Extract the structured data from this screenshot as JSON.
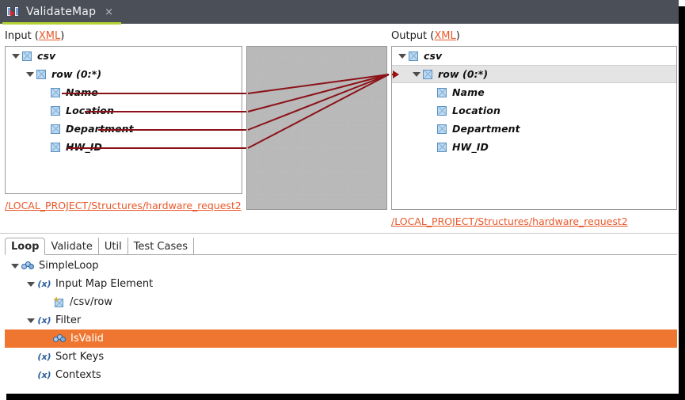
{
  "window": {
    "title": "ValidateMap",
    "close_label": "×",
    "icon": "map-document-icon",
    "accent_color": "#b5d334",
    "titlebar_color": "#4a4f58"
  },
  "input_panel": {
    "label_prefix": "Input (",
    "label_link": "XML",
    "label_suffix": ")",
    "path": "/LOCAL_PROJECT/Structures/hardware_request2",
    "tree": [
      {
        "label": "csv",
        "indent": 0,
        "expanded": true,
        "checked": true,
        "selected": false
      },
      {
        "label": "row (0:*)",
        "indent": 1,
        "expanded": true,
        "checked": true,
        "selected": false
      },
      {
        "label": "Name",
        "indent": 2,
        "expanded": false,
        "checked": true,
        "selected": false
      },
      {
        "label": "Location",
        "indent": 2,
        "expanded": false,
        "checked": true,
        "selected": false
      },
      {
        "label": "Department",
        "indent": 2,
        "expanded": false,
        "checked": true,
        "selected": false
      },
      {
        "label": "HW_ID",
        "indent": 2,
        "expanded": false,
        "checked": true,
        "selected": false
      }
    ]
  },
  "output_panel": {
    "label_prefix": "Output (",
    "label_link": "XML",
    "label_suffix": ")",
    "path": "/LOCAL_PROJECT/Structures/hardware_request2",
    "tree": [
      {
        "label": "csv",
        "indent": 0,
        "expanded": true,
        "checked": true,
        "selected": false,
        "marker": false
      },
      {
        "label": "row (0:*)",
        "indent": 1,
        "expanded": true,
        "checked": true,
        "selected": true,
        "marker": true
      },
      {
        "label": "Name",
        "indent": 2,
        "expanded": false,
        "checked": true,
        "selected": false,
        "marker": false
      },
      {
        "label": "Location",
        "indent": 2,
        "expanded": false,
        "checked": true,
        "selected": false,
        "marker": false
      },
      {
        "label": "Department",
        "indent": 2,
        "expanded": false,
        "checked": true,
        "selected": false,
        "marker": false
      },
      {
        "label": "HW_ID",
        "indent": 2,
        "expanded": false,
        "checked": true,
        "selected": false,
        "marker": false
      }
    ]
  },
  "mapping": {
    "line_color": "#8b1218",
    "grid": true,
    "connections": [
      {
        "from": "Name",
        "to": "row (0:*)"
      },
      {
        "from": "Location",
        "to": "row (0:*)"
      },
      {
        "from": "Department",
        "to": "row (0:*)"
      },
      {
        "from": "HW_ID",
        "to": "row (0:*)"
      }
    ]
  },
  "bottom_tabs": {
    "active": "Loop",
    "items": [
      {
        "label": "Loop",
        "active": true
      },
      {
        "label": "Validate",
        "active": false
      },
      {
        "label": "Util",
        "active": false
      },
      {
        "label": "Test Cases",
        "active": false
      }
    ]
  },
  "loop_tree": {
    "selected_color": "#ef7631",
    "items": [
      {
        "label": "SimpleLoop",
        "indent": 0,
        "icon": "chain-icon",
        "expanded": true,
        "selected": false
      },
      {
        "label": "Input Map Element",
        "indent": 1,
        "icon": "fx-icon",
        "expanded": true,
        "selected": false
      },
      {
        "label": "/csv/row",
        "indent": 2,
        "icon": "map-element-icon",
        "expanded": false,
        "selected": false
      },
      {
        "label": "Filter",
        "indent": 1,
        "icon": "fx-icon",
        "expanded": true,
        "selected": false
      },
      {
        "label": "IsValid",
        "indent": 2,
        "icon": "chain-icon",
        "expanded": false,
        "selected": true
      },
      {
        "label": "Sort Keys",
        "indent": 1,
        "icon": "fx-icon",
        "expanded": false,
        "selected": false
      },
      {
        "label": "Contexts",
        "indent": 1,
        "icon": "fx-icon",
        "expanded": false,
        "selected": false
      }
    ]
  }
}
